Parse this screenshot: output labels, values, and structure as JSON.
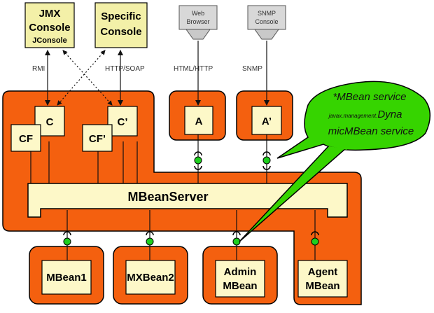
{
  "colors": {
    "orange": "#f4600f",
    "cream": "#fdf8c8",
    "yellow_box": "#f3f0a8",
    "green_callout": "#36d400",
    "green_dot": "#1ecf1e",
    "gray_box": "#d8d8d8"
  },
  "consoles": {
    "jmx": {
      "line1": "JMX",
      "line2": "Console",
      "line3": "JConsole"
    },
    "specific": {
      "line1": "Specific",
      "line2": "Console"
    },
    "web": {
      "line1": "Web",
      "line2": "Browser"
    },
    "snmp": {
      "line1": "SNMP",
      "line2": "Console"
    }
  },
  "protocols": {
    "rmi": "RMI",
    "http_soap": "HTTP/SOAP",
    "html_http": "HTML/HTTP",
    "snmp": "SNMP"
  },
  "connectors": {
    "c": "C",
    "c_prime": "C’",
    "cf": "CF",
    "cf_prime": "CF’",
    "a": "A",
    "a_prime": "A’"
  },
  "server": {
    "label": "MBeanServer"
  },
  "callout": {
    "line1": "*MBean service",
    "line2_small": "javax.management.",
    "line2_large": "Dyna",
    "line3": "micMBean service"
  },
  "mbeans": {
    "mbean1": "MBean1",
    "mxbean2": "MXBean2",
    "admin_line1": "Admin",
    "admin_line2": "MBean",
    "agent_line1": "Agent",
    "agent_line2": "MBean"
  }
}
